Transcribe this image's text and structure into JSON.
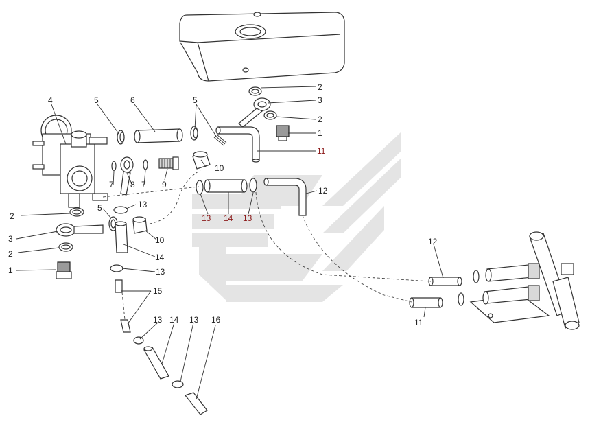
{
  "callouts": {
    "c1_right": "1",
    "c1_left": "1",
    "c2_top_a": "2",
    "c2_top_b": "2",
    "c2_left_a": "2",
    "c2_left_b": "2",
    "c3_top": "3",
    "c3_left": "3",
    "c4": "4",
    "c5_a": "5",
    "c5_b": "5",
    "c5_c": "5",
    "c6": "6",
    "c7_a": "7",
    "c7_b": "7",
    "c8": "8",
    "c9": "9",
    "c10_a": "10",
    "c10_b": "10",
    "c11_a": "11",
    "c11_b": "11",
    "c12_a": "12",
    "c12_b": "12",
    "c13_a": "13",
    "c13_b": "13",
    "c13_c": "13",
    "c13_d": "13",
    "c13_e": "13",
    "c13_f": "13",
    "c14_a": "14",
    "c14_b": "14",
    "c14_c": "14",
    "c15": "15",
    "c16": "16"
  },
  "colors": {
    "line": "#333333",
    "watermark": "#d0d0d0",
    "highlight_label": "#8b1a1a"
  }
}
